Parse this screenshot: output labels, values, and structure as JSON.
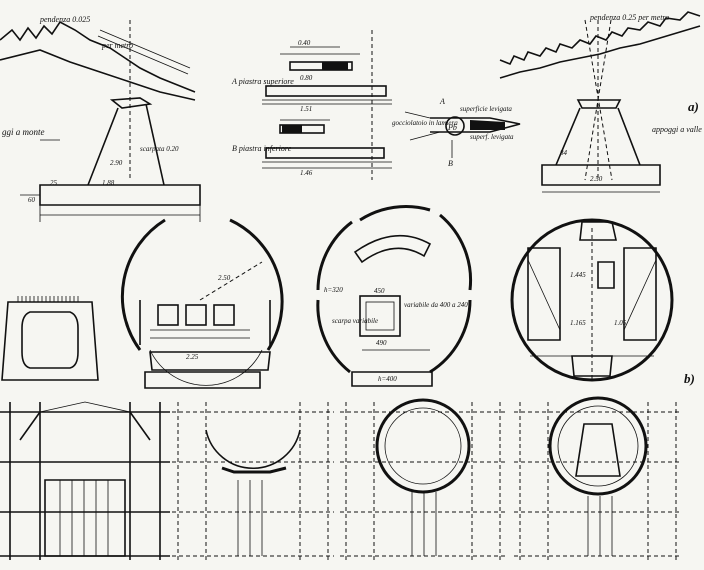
{
  "labels": {
    "slope_left": "pendenza 0.025",
    "per_metre_left": "per metro",
    "upstream_supports": "ggi a monte",
    "batter_left": "scarpata 0.20",
    "upper_plate": "A piastra superiore",
    "lower_plate": "B piastra inferiore",
    "steel_sheet": "gocciolatoio in lamiera",
    "polished_surface": "superficie levigata",
    "polished_surface_2": "superf. levigata",
    "pb": "Pb",
    "section_a": "A",
    "section_b": "B",
    "slope_right": "pendenza 0.25 per metro",
    "panel_a": "a)",
    "downstream_supports": "appoggi a valle",
    "variable_thickness": "variabile da 400 a 240",
    "variable_batter": "scarpa variabile",
    "panel_b": "b)"
  },
  "dims": {
    "d_2_90": "2.90",
    "d_1_88": "1.88",
    "d_25": "25",
    "d_60": "60",
    "d_0_40": "0.40",
    "d_0_80": "0.80",
    "d_1_51": "1.51",
    "d_1_46": "1.46",
    "d_2_50": "2.50",
    "d_84": "84",
    "d_2_25": "2.25",
    "h_320": "h=320",
    "h_400": "h=400",
    "d_490": "490",
    "d_450": "450",
    "d_1_445": "1.445",
    "d_1_05": "1.05",
    "d_1_165": "1.165"
  }
}
